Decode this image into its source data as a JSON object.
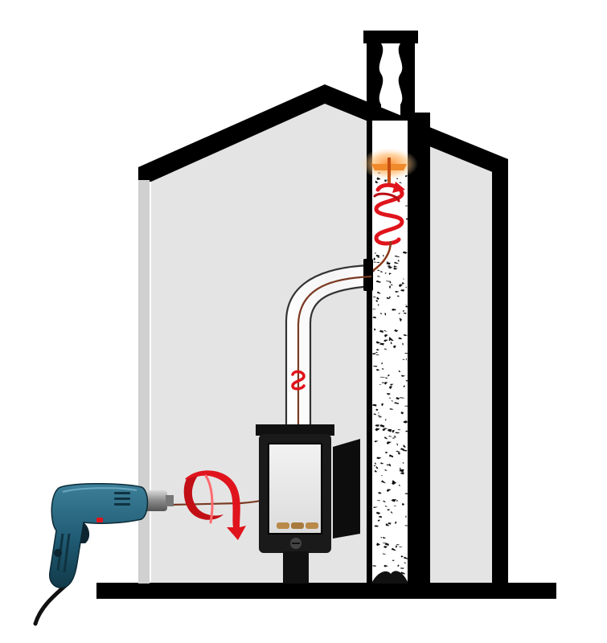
{
  "diagram": {
    "title": "",
    "labels": [],
    "components": [
      "house",
      "chimney",
      "chimney-flue",
      "wood-stove",
      "stove-door",
      "stovepipe",
      "flexible-cleaning-rod",
      "rotary-brush-head",
      "power-drill",
      "rotation-arrow-icon",
      "spiral-rotation-icon"
    ]
  },
  "colors": {
    "outline": "#000000",
    "wall": "#e4e4e4",
    "flue": "#ffffff",
    "soot": "#111111",
    "rotation_arrow": "#e0141c",
    "drill_body": "#1f5a72",
    "brush_glow": "#ffb347",
    "stove_glass": "#ececec"
  }
}
